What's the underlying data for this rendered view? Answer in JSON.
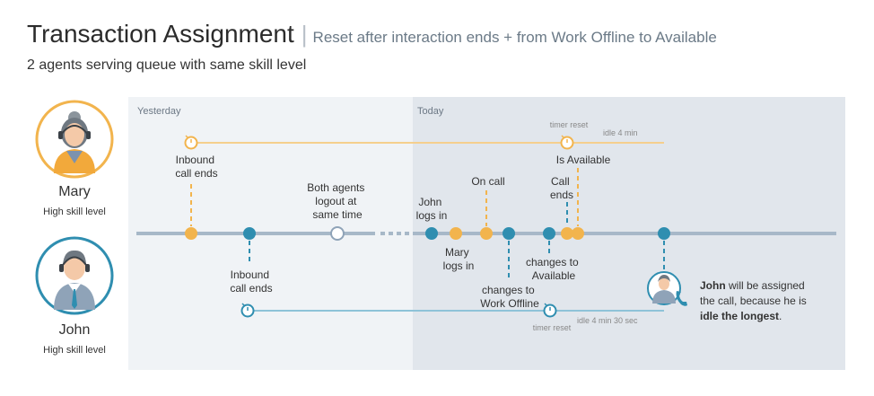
{
  "header": {
    "title": "Transaction Assignment",
    "separator": "|",
    "subtitle_inline": "Reset after interaction ends + from Work Offline to Available",
    "subtitle": "2 agents serving queue with same skill level"
  },
  "colors": {
    "mary": "#f2b44d",
    "john": "#2f8eb0",
    "timeline": "#a7b8c8",
    "panel_yesterday": "#f0f3f6",
    "panel_today": "#e1e6ec"
  },
  "agents": {
    "mary": {
      "name": "Mary",
      "level": "High skill level",
      "icon": "female-agent-headset-icon"
    },
    "john": {
      "name": "John",
      "level": "High skill level",
      "icon": "male-agent-headset-icon"
    }
  },
  "timeline": {
    "yesterday": "Yesterday",
    "today": "Today"
  },
  "events": {
    "mary_inbound": [
      "Inbound",
      "call ends"
    ],
    "john_inbound": [
      "Inbound",
      "call ends"
    ],
    "both_logout": [
      "Both agents",
      "logout at",
      "same time"
    ],
    "john_login": [
      "John",
      "logs in"
    ],
    "mary_login": [
      "Mary",
      "logs in"
    ],
    "on_call": [
      "On call"
    ],
    "changes_offline": [
      "changes to",
      "Work Offline"
    ],
    "changes_available": [
      "changes to",
      "Available"
    ],
    "call_ends": [
      "Call",
      "ends"
    ],
    "is_available": "Is Available"
  },
  "timers": {
    "mary_reset": "timer reset",
    "mary_idle": "idle 4 min",
    "john_reset": "timer reset",
    "john_idle": "idle 4 min 30 sec"
  },
  "note": {
    "bold1": "John",
    "text1": " will be assigned",
    "text2": "the call, because he is",
    "bold2": "idle the longest",
    "text3": "."
  }
}
